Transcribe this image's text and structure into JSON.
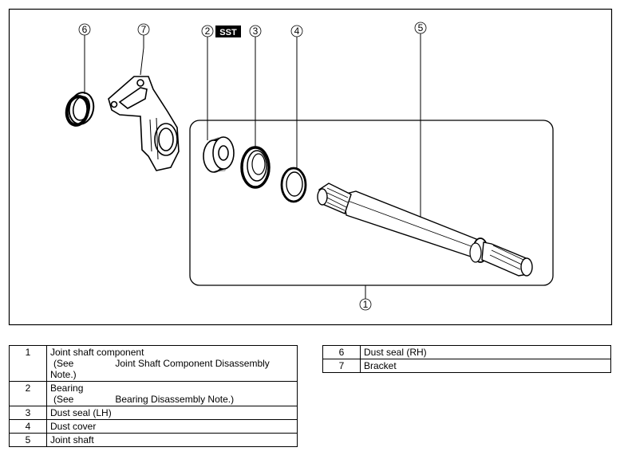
{
  "diagram": {
    "sst_badge": "SST",
    "callouts": {
      "c1": "1",
      "c2": "2",
      "c3": "3",
      "c4": "4",
      "c5": "5",
      "c6": "6",
      "c7": "7"
    }
  },
  "table_left": {
    "rows": [
      {
        "num": "1",
        "name": "Joint shaft component",
        "note_prefix": "(See",
        "note_ref": "Joint Shaft Component Disassembly",
        "note_suffix": "Note.)"
      },
      {
        "num": "2",
        "name": "Bearing",
        "note_prefix": "(See",
        "note_ref": "Bearing Disassembly Note.)"
      },
      {
        "num": "3",
        "name": "Dust seal (LH)"
      },
      {
        "num": "4",
        "name": "Dust cover"
      },
      {
        "num": "5",
        "name": "Joint shaft"
      }
    ]
  },
  "table_right": {
    "rows": [
      {
        "num": "6",
        "name": "Dust seal (RH)"
      },
      {
        "num": "7",
        "name": "Bracket"
      }
    ]
  }
}
